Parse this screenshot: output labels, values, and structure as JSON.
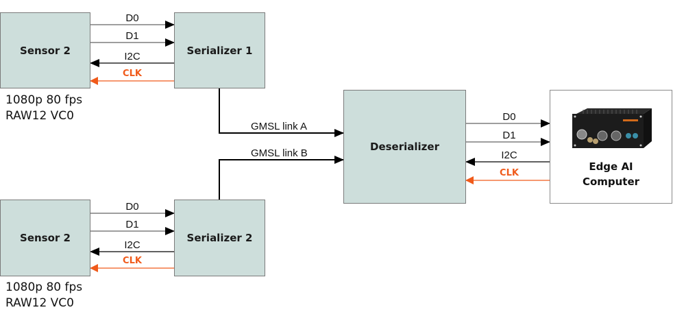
{
  "diagram": {
    "blocks": {
      "sensor_top": {
        "label": "Sensor 2",
        "caption": [
          "1080p 80 fps",
          "RAW12 VC0"
        ]
      },
      "serializer_1": {
        "label": "Serializer 1"
      },
      "sensor_bottom": {
        "label": "Sensor 2",
        "caption": [
          "1080p 80 fps",
          "RAW12 VC0"
        ]
      },
      "serializer_2": {
        "label": "Serializer 2"
      },
      "deserializer": {
        "label": "Deserializer"
      },
      "edge_ai": {
        "label_line1": "Edge AI",
        "label_line2": "Computer",
        "image": "edge-computer-device-photo"
      }
    },
    "signals": {
      "top": [
        "D0",
        "D1",
        "I2C",
        "CLK"
      ],
      "bottom": [
        "D0",
        "D1",
        "I2C",
        "CLK"
      ],
      "right": [
        "D0",
        "D1",
        "I2C",
        "CLK"
      ]
    },
    "links": {
      "a": "GMSL link A",
      "b": "GMSL link B"
    },
    "colors": {
      "block_fill": "#cddedb",
      "clk": "#f05a1a",
      "data_line": "#7f7f7f",
      "control_line": "#000000"
    }
  }
}
